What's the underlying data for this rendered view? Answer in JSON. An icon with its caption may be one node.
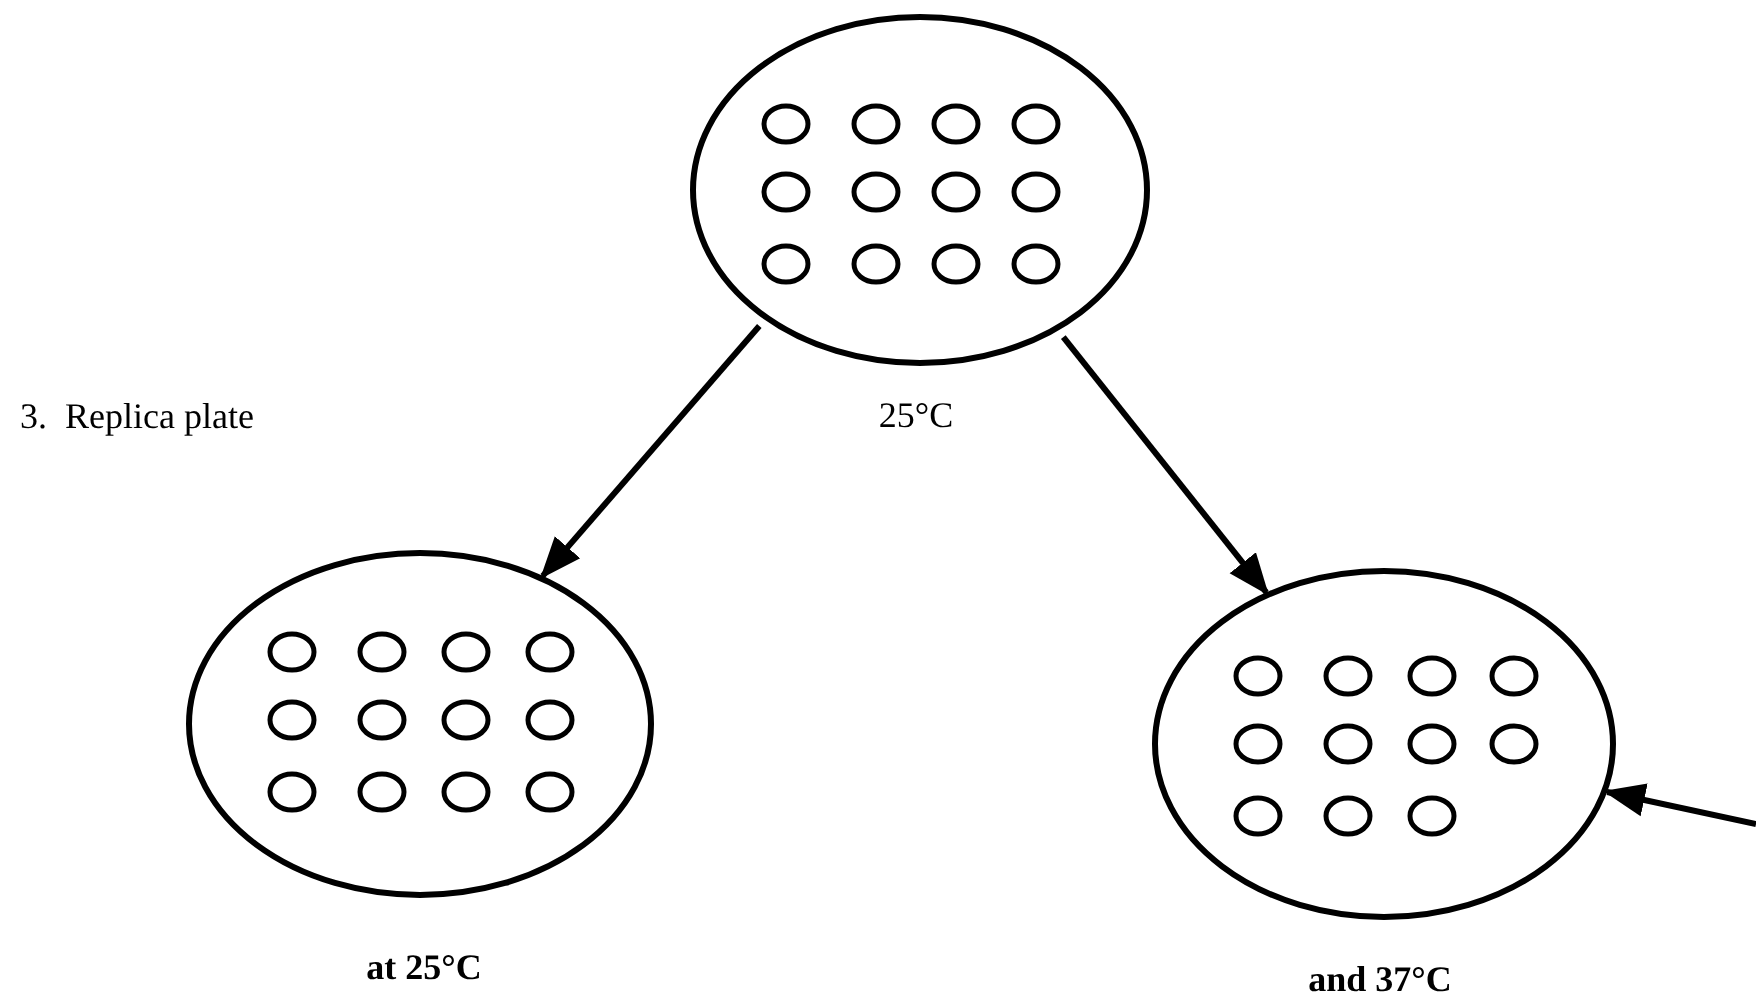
{
  "diagram": {
    "nodes": [
      {
        "text": [],
        "shape": "ellipse",
        "beside": [
          "25°C"
        ]
      },
      {
        "text": [],
        "shape": "ellipse",
        "beside": [
          "at 25°C"
        ]
      },
      {
        "text": [],
        "shape": "ellipse",
        "beside": [
          "and 37°C"
        ]
      }
    ],
    "edges": [
      {
        "from": 0,
        "to": 1,
        "arrow": "to"
      },
      {
        "from": 0,
        "to": 2,
        "arrow": "to"
      },
      {
        "from": null,
        "to": 2,
        "arrow": "to"
      }
    ],
    "labels": [
      "3.  Replica plate"
    ]
  }
}
